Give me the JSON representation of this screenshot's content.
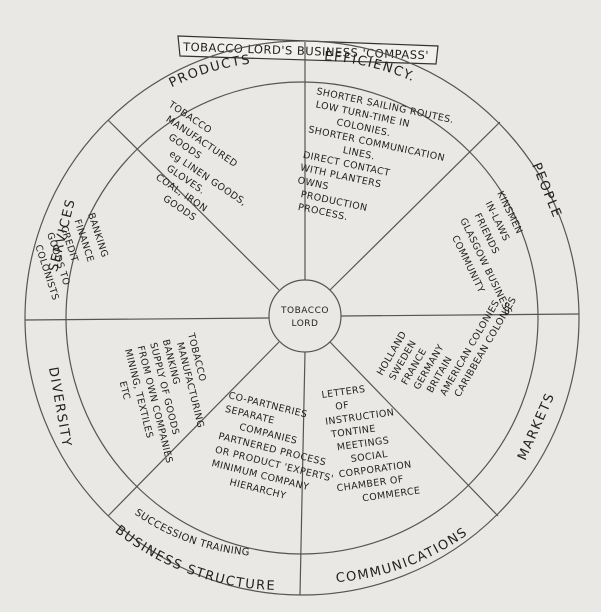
{
  "title": "TOBACCO LORD'S BUSINESS 'COMPASS'",
  "center": [
    "TOBACCO",
    "LORD"
  ],
  "segments": [
    {
      "key": "products",
      "label": "PRODUCTS",
      "lines": [
        "TOBACCO",
        "MANUFACTURED",
        "GOODS",
        "eg LINEN GOODS,",
        "GLOVES.",
        "COAL, IRON",
        "GOODS"
      ]
    },
    {
      "key": "efficiency",
      "label": "EFFICIENCY.",
      "lines": [
        "SHORTER SAILING ROUTES.",
        "LOW TURN-TIME IN",
        "COLONIES.",
        "SHORTER COMMUNICATION",
        "LINES.",
        "DIRECT CONTACT",
        "WITH PLANTERS",
        "OWNS",
        "PRODUCTION",
        "PROCESS."
      ]
    },
    {
      "key": "people",
      "label": "PEOPLE",
      "lines": [
        "KINSMEN",
        "IN-LAWS",
        "FRIENDS",
        "GLASGOW BUSINESS",
        "COMMUNITY"
      ]
    },
    {
      "key": "markets",
      "label": "MARKETS",
      "lines": [
        "HOLLAND",
        "SWEDEN",
        "FRANCE",
        "GERMANY",
        "BRITAIN",
        "AMERICAN COLONIES",
        "CARIBBEAN COLONIES"
      ]
    },
    {
      "key": "communications",
      "label": "COMMUNICATIONS",
      "lines": [
        "LETTERS",
        "OF",
        "INSTRUCTION",
        "TONTINE",
        "MEETINGS",
        "SOCIAL",
        "CORPORATION",
        "CHAMBER OF",
        "COMMERCE"
      ]
    },
    {
      "key": "business_structure",
      "label": "BUSINESS STRUCTURE",
      "inner_ring": "SUCCESSION TRAINING",
      "lines": [
        "CO-PARTNERIES",
        "SEPARATE",
        "COMPANIES",
        "PARTNERED PROCESS",
        "OR PRODUCT 'EXPERTS'",
        "MINIMUM COMPANY",
        "HIERARCHY"
      ]
    },
    {
      "key": "diversity",
      "label": "DIVERSITY",
      "lines": [
        "TOBACCO",
        "MANUFACTURING",
        "BANKING",
        "SUPPLY OF GOODS",
        "FROM OWN COMPANIES",
        "MINING, TEXTILES",
        "ETC"
      ]
    },
    {
      "key": "services",
      "label": "SERVICES",
      "lines": [
        "BANKING",
        "FINANCE",
        "CREDIT",
        "GOODS TO",
        "COLONISTS"
      ]
    }
  ]
}
